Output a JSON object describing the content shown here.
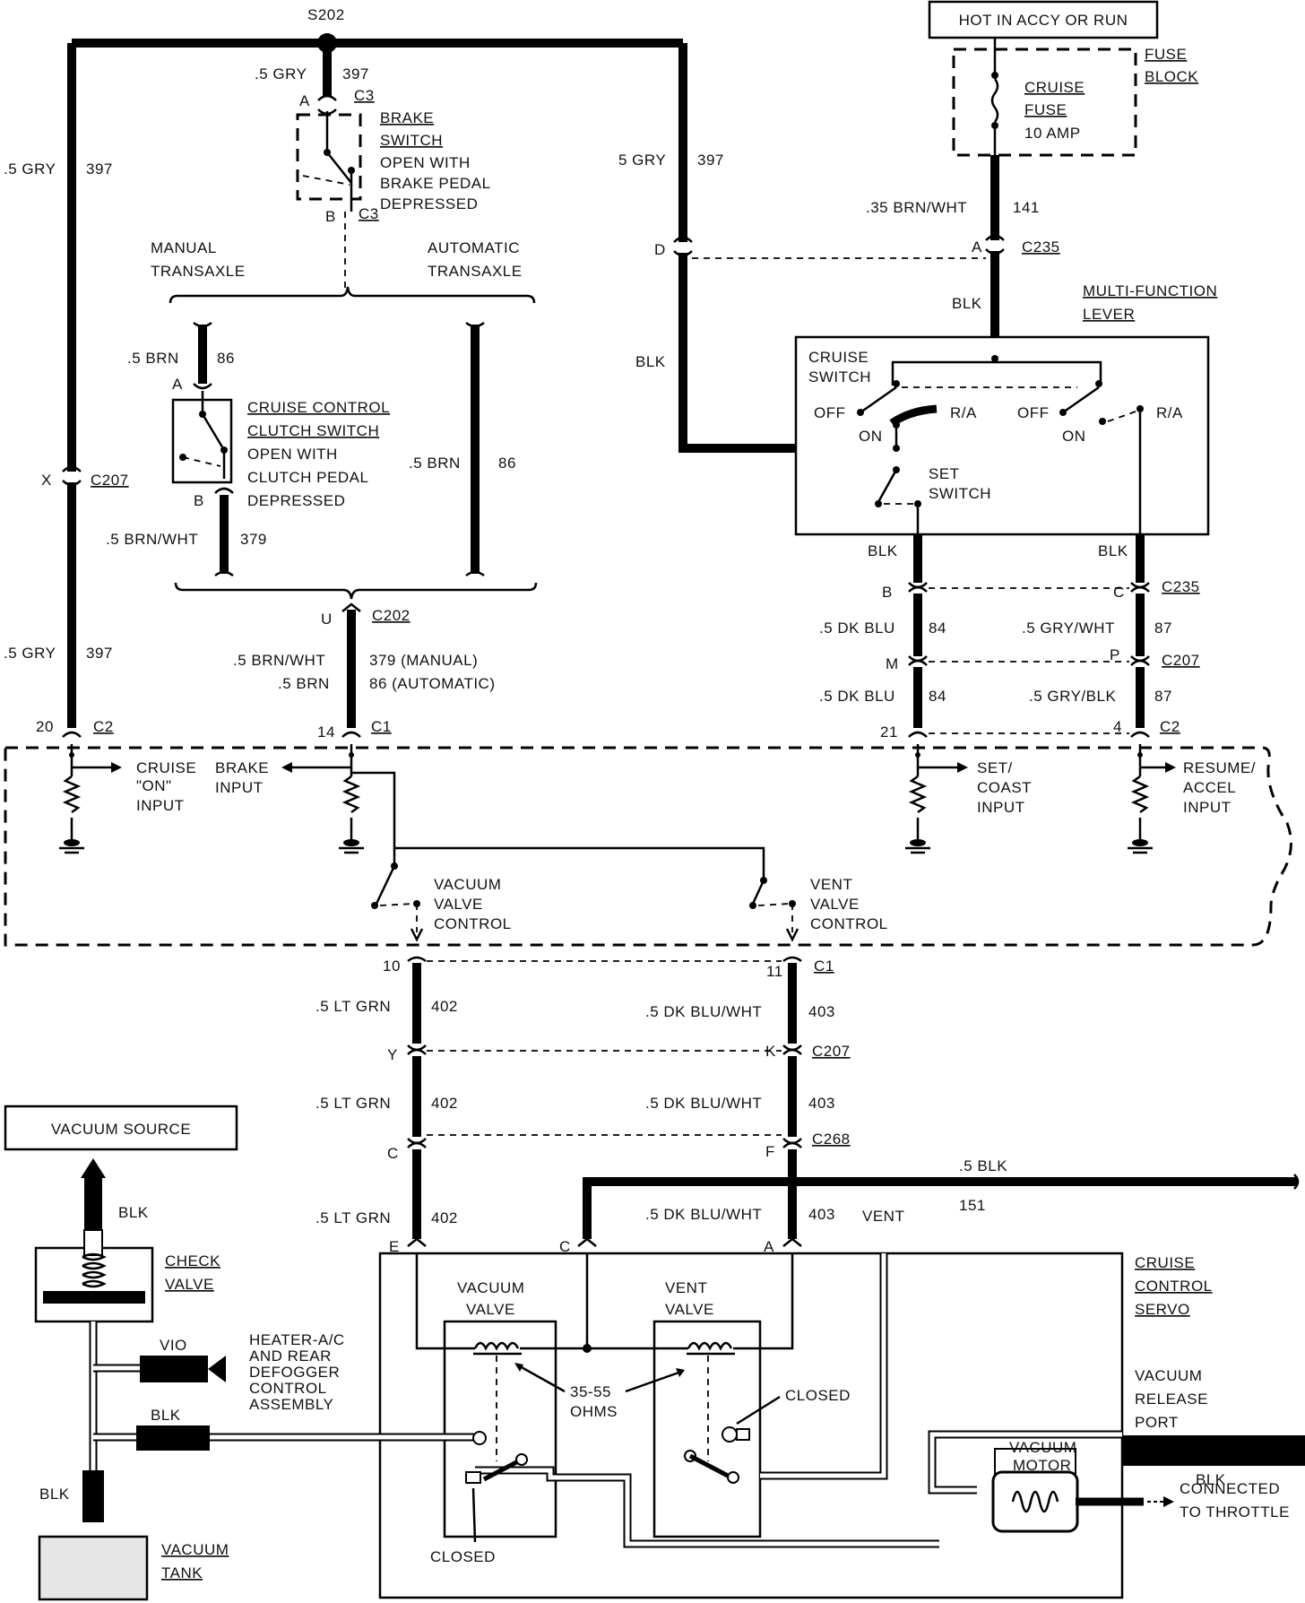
{
  "power": {
    "hot_label": "HOT IN ACCY OR RUN"
  },
  "fuse_block": {
    "title": "FUSE",
    "title2": "BLOCK",
    "fuse_line1": "CRUISE",
    "fuse_line2": "FUSE",
    "fuse_rating": "10 AMP"
  },
  "splice": {
    "s202": "S202"
  },
  "wires": {
    "gry_397_a": ".5 GRY",
    "gry_397_a_num": "397",
    "gry_397_left": ".5 GRY",
    "gry_397_left_num": "397",
    "gry_397_right": "5 GRY",
    "gry_397_right_num": "397",
    "gry_397_low": ".5 GRY",
    "gry_397_low_num": "397",
    "brn_wht_141": ".35 BRN/WHT",
    "brn_wht_141_num": "141",
    "blk_lever": "BLK",
    "blk_left": "BLK",
    "brn_86": ".5 BRN",
    "brn_86_num": "86",
    "brn_86_auto": ".5 BRN",
    "brn_86_auto_num": "86",
    "brn_wht_379": ".5 BRN/WHT",
    "brn_wht_379_num": "379",
    "brn_wht_c202": ".5 BRN/WHT",
    "brn_wht_c202_num": "379 (MANUAL)",
    "brn_c202": ".5 BRN",
    "brn_c202_num": "86 (AUTOMATIC)",
    "blk_set": "BLK",
    "blk_ra": "BLK",
    "dk_blu_84_a": ".5 DK BLU",
    "dk_blu_84_a_num": "84",
    "dk_blu_84_b": ".5 DK BLU",
    "dk_blu_84_b_num": "84",
    "gry_wht_87": ".5 GRY/WHT",
    "gry_wht_87_num": "87",
    "gry_blk_87": ".5 GRY/BLK",
    "gry_blk_87_num": "87",
    "lt_grn_402_a": ".5 LT GRN",
    "lt_grn_402_a_num": "402",
    "lt_grn_402_b": ".5 LT GRN",
    "lt_grn_402_b_num": "402",
    "lt_grn_402_c": ".5 LT GRN",
    "lt_grn_402_c_num": "402",
    "dk_blu_wht_403_a": ".5 DK BLU/WHT",
    "dk_blu_wht_403_a_num": "403",
    "dk_blu_wht_403_b": ".5 DK BLU/WHT",
    "dk_blu_wht_403_b_num": "403",
    "dk_blu_wht_403_c": ".5 DK BLU/WHT",
    "dk_blu_wht_403_c_num": "403",
    "blk_151": ".5 BLK",
    "blk_151_num": "151"
  },
  "connectors": {
    "c3_a": "A",
    "c3_a_name": "C3",
    "c3_b": "B",
    "c3_b_name": "C3",
    "c235_a": "A",
    "c235_name": "C235",
    "c235_d": "D",
    "c207_x": "X",
    "c207_name": "C207",
    "clutch_a": "A",
    "clutch_b": "B",
    "c202_u": "U",
    "c202_name": "C202",
    "c2_20": "20",
    "c2_name": "C2",
    "c1_14": "14",
    "c1_name": "C1",
    "c235_b": "B",
    "c235_c": "C",
    "c235_name2": "C235",
    "c207_m": "M",
    "c207_p": "P",
    "c207_name2": "C207",
    "c2_21": "21",
    "c2_4": "4",
    "c2_name2": "C2",
    "c1_10": "10",
    "c1_11": "11",
    "c1_name2": "C1",
    "c207_y": "Y",
    "c207_k": "K",
    "c207_name3": "C207",
    "c268_c": "C",
    "c268_f": "F",
    "c268_name": "C268",
    "servo_e": "E",
    "servo_c": "C",
    "servo_a": "A"
  },
  "components": {
    "brake_switch": {
      "title1": "BRAKE",
      "title2": "SWITCH",
      "desc1": "OPEN WITH",
      "desc2": "BRAKE PEDAL",
      "desc3": "DEPRESSED"
    },
    "manual_transaxle": {
      "l1": "MANUAL",
      "l2": "TRANSAXLE"
    },
    "automatic_transaxle": {
      "l1": "AUTOMATIC",
      "l2": "TRANSAXLE"
    },
    "clutch_switch": {
      "title1": "CRUISE  CONTROL",
      "title2": "CLUTCH SWITCH",
      "desc1": "OPEN WITH",
      "desc2": "CLUTCH PEDAL",
      "desc3": "DEPRESSED"
    },
    "multi_function_lever": {
      "title1": "MULTI-FUNCTION",
      "title2": "LEVER"
    },
    "cruise_switch": {
      "l1": "CRUISE",
      "l2": "SWITCH",
      "off1": "OFF",
      "ra1": "R/A",
      "on1": "ON",
      "off2": "OFF",
      "on2": "ON",
      "ra2": "R/A"
    },
    "set_switch": {
      "l1": "SET",
      "l2": "SWITCH"
    },
    "module_inputs": {
      "cruise_on1": "CRUISE",
      "cruise_on2": "\"ON\"",
      "cruise_on3": "INPUT",
      "brake1": "BRAKE",
      "brake2": "INPUT",
      "set1": "SET/",
      "set2": "COAST",
      "set3": "INPUT",
      "resume1": "RESUME/",
      "resume2": "ACCEL",
      "resume3": "INPUT"
    },
    "vacuum_valve_control": {
      "l1": "VACUUM",
      "l2": "VALVE",
      "l3": "CONTROL"
    },
    "vent_valve_control": {
      "l1": "VENT",
      "l2": "VALVE",
      "l3": "CONTROL"
    },
    "vacuum_source": "VACUUM SOURCE",
    "check_valve": {
      "l1": "CHECK",
      "l2": "VALVE"
    },
    "hose_labels": {
      "blk_top": "BLK",
      "vio": "VIO",
      "blk_mid": "BLK",
      "blk_low": "BLK",
      "blk_release": "BLK"
    },
    "heater": {
      "l1": "HEATER-A/C",
      "l2": "AND REAR",
      "l3": "DEFOGGER",
      "l4": "CONTROL",
      "l5": "ASSEMBLY"
    },
    "vacuum_tank": {
      "l1": "VACUUM",
      "l2": "TANK"
    },
    "servo": {
      "l1": "CRUISE",
      "l2": "CONTROL",
      "l3": "SERVO"
    },
    "vacuum_valve": {
      "l1": "VACUUM",
      "l2": "VALVE"
    },
    "vent_valve": {
      "l1": "VENT",
      "l2": "VALVE"
    },
    "ohms": {
      "l1": "35-55",
      "l2": "OHMS"
    },
    "vent": "VENT",
    "closed_right": "CLOSED",
    "closed_left": "CLOSED",
    "release_port": {
      "l1": "VACUUM",
      "l2": "RELEASE",
      "l3": "PORT"
    },
    "vacuum_motor": {
      "l1": "VACUUM",
      "l2": "MOTOR"
    },
    "throttle": {
      "l1": "CONNECTED",
      "l2": "TO THROTTLE"
    }
  }
}
